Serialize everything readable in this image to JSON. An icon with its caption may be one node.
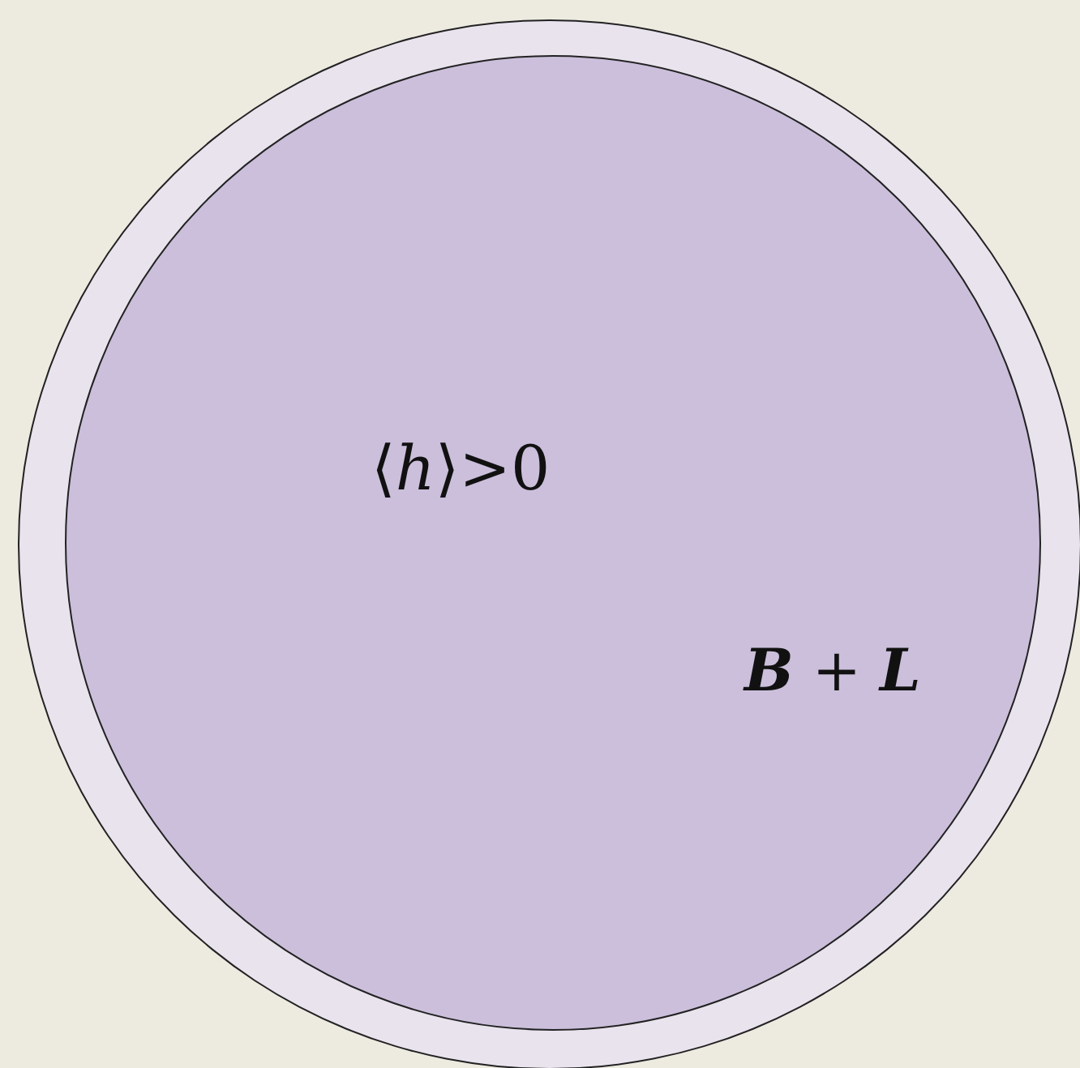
{
  "diagram": {
    "nodes": [
      {
        "text": [],
        "shape": "circle"
      },
      {
        "text": [
          "⟨*h*⟩>0",
          "**B** + **L**"
        ],
        "in": 0
      }
    ]
  }
}
